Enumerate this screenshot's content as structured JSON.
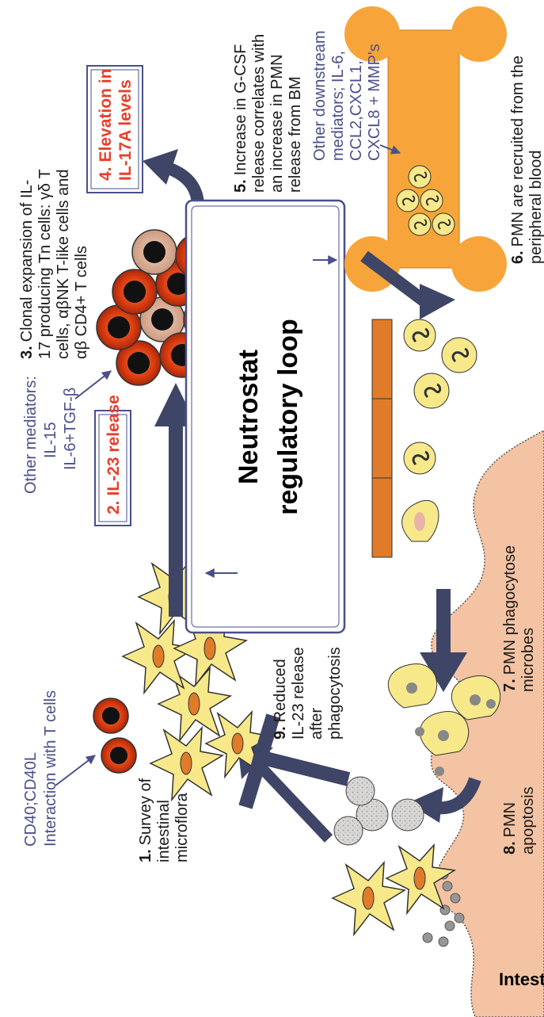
{
  "intestine_label": "Intestine",
  "center_box": {
    "line1": "Neutrostat",
    "line2": "regulatory loop"
  },
  "step1": {
    "num": "1.",
    "lines": [
      "Survey of",
      "intestinal",
      "microflora"
    ]
  },
  "interaction": {
    "lines": [
      "CD40;CD40L",
      "Interaction with T cells"
    ]
  },
  "step2": {
    "num": "2.",
    "text": "IL-23 release"
  },
  "other_mediators_1": {
    "lines": [
      "Other mediators:",
      "IL-15",
      "IL-6+TGF-β"
    ]
  },
  "step3": {
    "num": "3.",
    "lines": [
      "Clonal expansion of IL-",
      "17 producing Tn cells: γδ T",
      "cells, αβNK T-like cells and",
      "αβ CD4+ T cells"
    ]
  },
  "step4": {
    "num": "4.",
    "lines": [
      "Elevation in",
      "IL-17A levels"
    ]
  },
  "step5": {
    "num": "5.",
    "lines": [
      "Increase in G-CSF",
      "release correlates with",
      "an increase in PMN",
      "release from BM"
    ]
  },
  "other_mediators_2": {
    "lines": [
      "Other downstream",
      "mediators; IL-6,",
      "CCL2,CXCL1,",
      "CXCL8 + MMP's"
    ]
  },
  "step6": {
    "num": "6.",
    "lines": [
      "PMN are recruited from the",
      "peripheral blood"
    ]
  },
  "step7": {
    "num": "7.",
    "lines": [
      "PMN phagocytose",
      "microbes"
    ]
  },
  "step8": {
    "num": "8.",
    "lines": [
      "PMN",
      "apoptosis"
    ]
  },
  "step9": {
    "num": "9.",
    "lines": [
      "Reduced",
      "IL-23 release",
      "after",
      "phagocytosis"
    ]
  },
  "colors": {
    "arrow": "#3f4566",
    "accent_red": "#e8402c",
    "purple_text": "#4a4f8a",
    "bone": "#f7a53a",
    "vessel": "#e07b2a",
    "cell_yellow": "#f7e98a",
    "intestine": "#f4c3a3"
  }
}
